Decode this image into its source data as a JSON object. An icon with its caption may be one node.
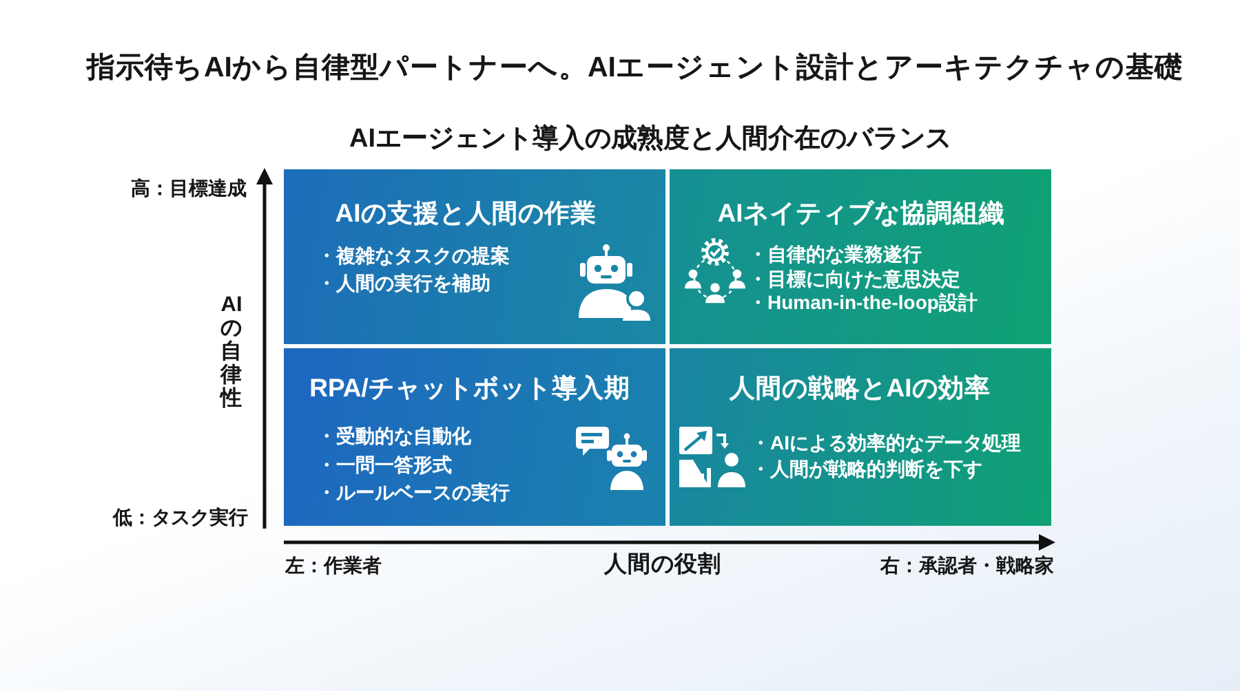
{
  "diagram": {
    "title": "指示待ちAIから自律型パートナーへ。AIエージェント設計とアーキテクチャの基礎",
    "nodes": [
      {
        "text": [
          "AIの支援と人間の作業",
          "・複雑なタスクの提案",
          "・人間の実行を補助"
        ]
      },
      {
        "text": [
          "AIネイティブな協調組織",
          "・自律的な業務遂行",
          "・目標に向けた意思決定",
          "・Human-in-the-loop設計"
        ]
      },
      {
        "text": [
          "RPA/チャットボット導入期",
          "・受動的な自動化",
          "・一問一答形式",
          "・ルールベースの実行"
        ]
      },
      {
        "text": [
          "人間の戦略とAIの効率",
          "・AIによる効率的なデータ処理",
          "・人間が戦略的判断を下す"
        ]
      }
    ],
    "labels": [
      "AIエージェント導入の成熟度と人間介在のバランス",
      "高：目標達成",
      "AIの自律性",
      "低：タスク実行",
      "左：作業者",
      "人間の役割",
      "右：承認者・戦略家"
    ]
  }
}
